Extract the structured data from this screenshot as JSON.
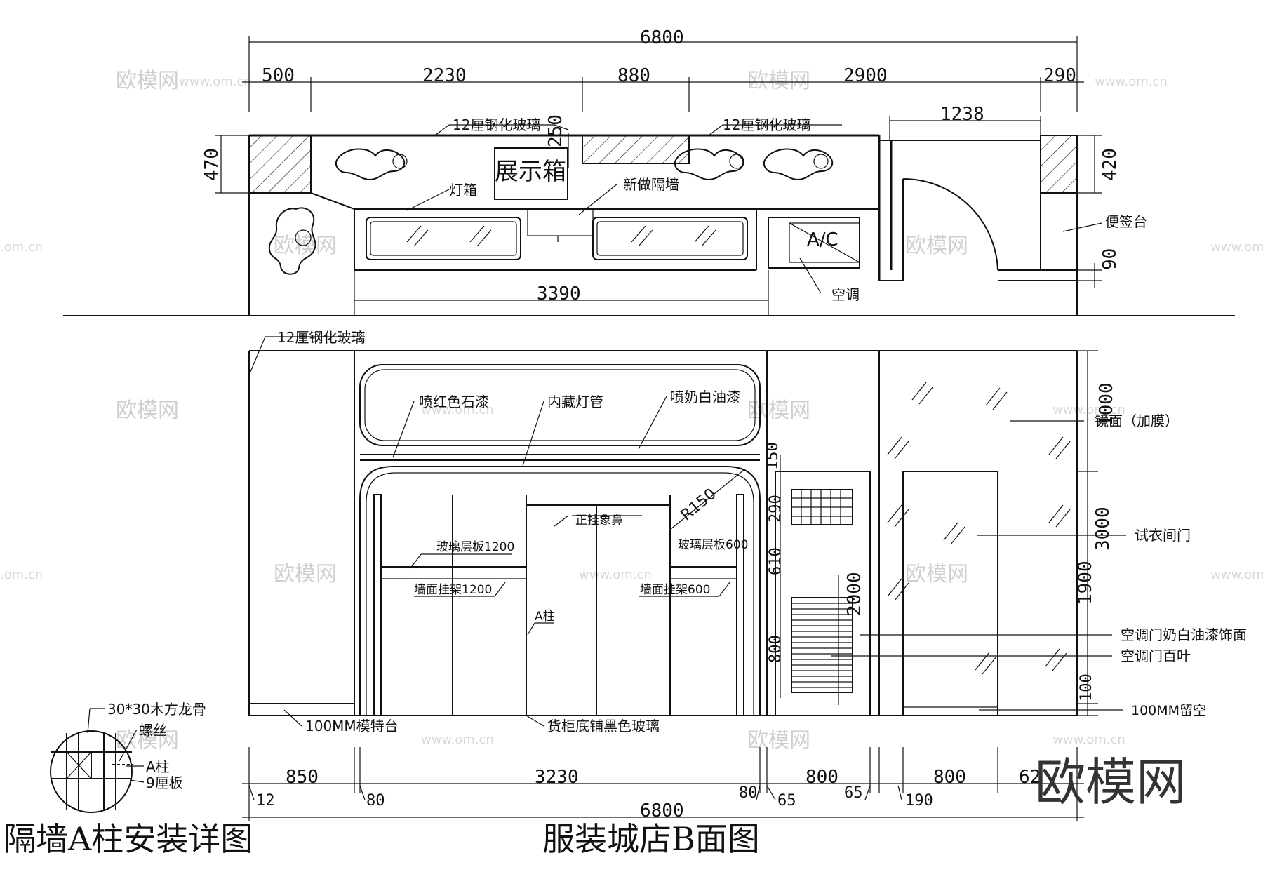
{
  "titles": {
    "elevation": "服装城店B面图",
    "detail": "隔墙A柱安装详图"
  },
  "plan": {
    "top_total": "6800",
    "top_dims": [
      "500",
      "2230",
      "880",
      "2900",
      "290"
    ],
    "inner_dims": {
      "w1238": "1238",
      "d250": "250",
      "d470": "470",
      "d420": "420",
      "d90": "90",
      "d3390": "3390"
    },
    "labels": {
      "glass1": "12厘钢化玻璃",
      "glass2": "12厘钢化玻璃",
      "showcase": "展示箱",
      "lightbox": "灯箱",
      "new_wall": "新做隔墙",
      "ac_box": "A/C",
      "ac": "空调",
      "note_desk": "便签台"
    }
  },
  "elevation": {
    "labels": {
      "glass": "12厘钢化玻璃",
      "red_paint": "喷红色石漆",
      "hidden_tube": "内藏灯管",
      "white_paint": "喷奶白油漆",
      "hanger": "正挂象鼻",
      "shelf1200": "玻璃层板1200",
      "shelf600": "玻璃层板600",
      "rack1200": "墙面挂架1200",
      "rack600": "墙面挂架600",
      "pillar": "A柱",
      "r150": "R150",
      "mirror": "镜面（加膜）",
      "fitting_door": "试衣间门",
      "ac_door_paint": "空调门奶白油漆饰面",
      "ac_door_louver": "空调门百叶",
      "gap100": "100MM留空",
      "model_stage": "100MM模特台",
      "black_glass": "货柜底铺黑色玻璃"
    },
    "vert_dims": {
      "d150": "150",
      "d290": "290",
      "d610": "610",
      "d800": "800",
      "d2000": "2000",
      "d1000": "1000",
      "d3000": "3000",
      "d1900": "1900",
      "d100": "100"
    },
    "bottom_dims": [
      "850",
      "3230",
      "800",
      "800",
      "62"
    ],
    "small_dims": [
      "12",
      "80",
      "80",
      "65",
      "65",
      "190"
    ],
    "bottom_total": "6800"
  },
  "detail": {
    "labels": {
      "wood": "30*30木方龙骨",
      "screw": "螺丝",
      "pillar": "A柱",
      "board": "9厘板"
    }
  },
  "watermark": {
    "brand": "欧模网",
    "url": "www.om.cn",
    "url_edge": ".om.cn"
  }
}
